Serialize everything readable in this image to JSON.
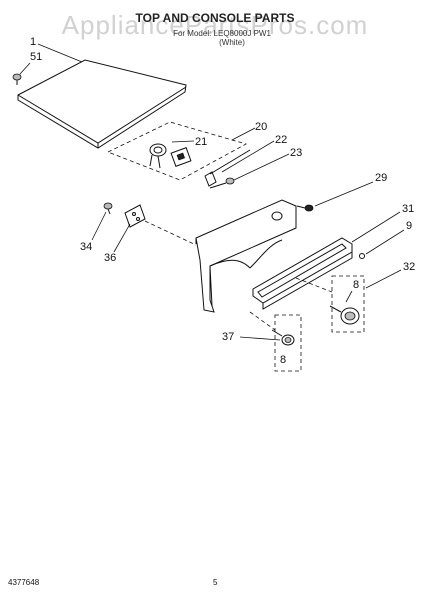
{
  "watermark": "AppliancePartsPros.com",
  "title": "TOP AND CONSOLE PARTS",
  "subtitle_line1": "For Model: LEQ8000J PW1",
  "subtitle_line2": "(White)",
  "callouts": {
    "c1": "1",
    "c51": "51",
    "c20": "20",
    "c21": "21",
    "c22": "22",
    "c23": "23",
    "c29": "29",
    "c31": "31",
    "c9": "9",
    "c32": "32",
    "c8a": "8",
    "c34": "34",
    "c36": "36",
    "c37": "37",
    "c8b": "8"
  },
  "footer": {
    "part_number": "4377648",
    "page_number": "5"
  }
}
